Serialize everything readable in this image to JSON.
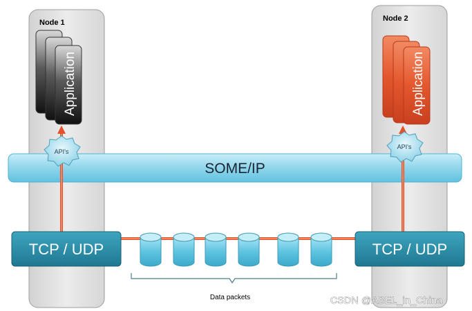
{
  "diagram": {
    "node1": {
      "title": "Node 1",
      "app_label": "Application",
      "api_label": "API's"
    },
    "node2": {
      "title": "Node 2",
      "app_label": "Application",
      "api_label": "API's"
    },
    "bus_label": "SOME/IP",
    "transport_left": "TCP / UDP",
    "transport_right": "TCP / UDP",
    "packets_caption": "Data packets",
    "packet_count": 6
  },
  "watermark": "CSDN @ABEL_in_China",
  "colors": {
    "node_panel": "#e6e6e6",
    "node1_app": "#2b2b2b",
    "node2_app": "#e4572e",
    "bus": "#8fd6ec",
    "transport_box": "#2d8ea8",
    "link_arrow": "#e2522d",
    "packet": "#5ec5e0"
  }
}
